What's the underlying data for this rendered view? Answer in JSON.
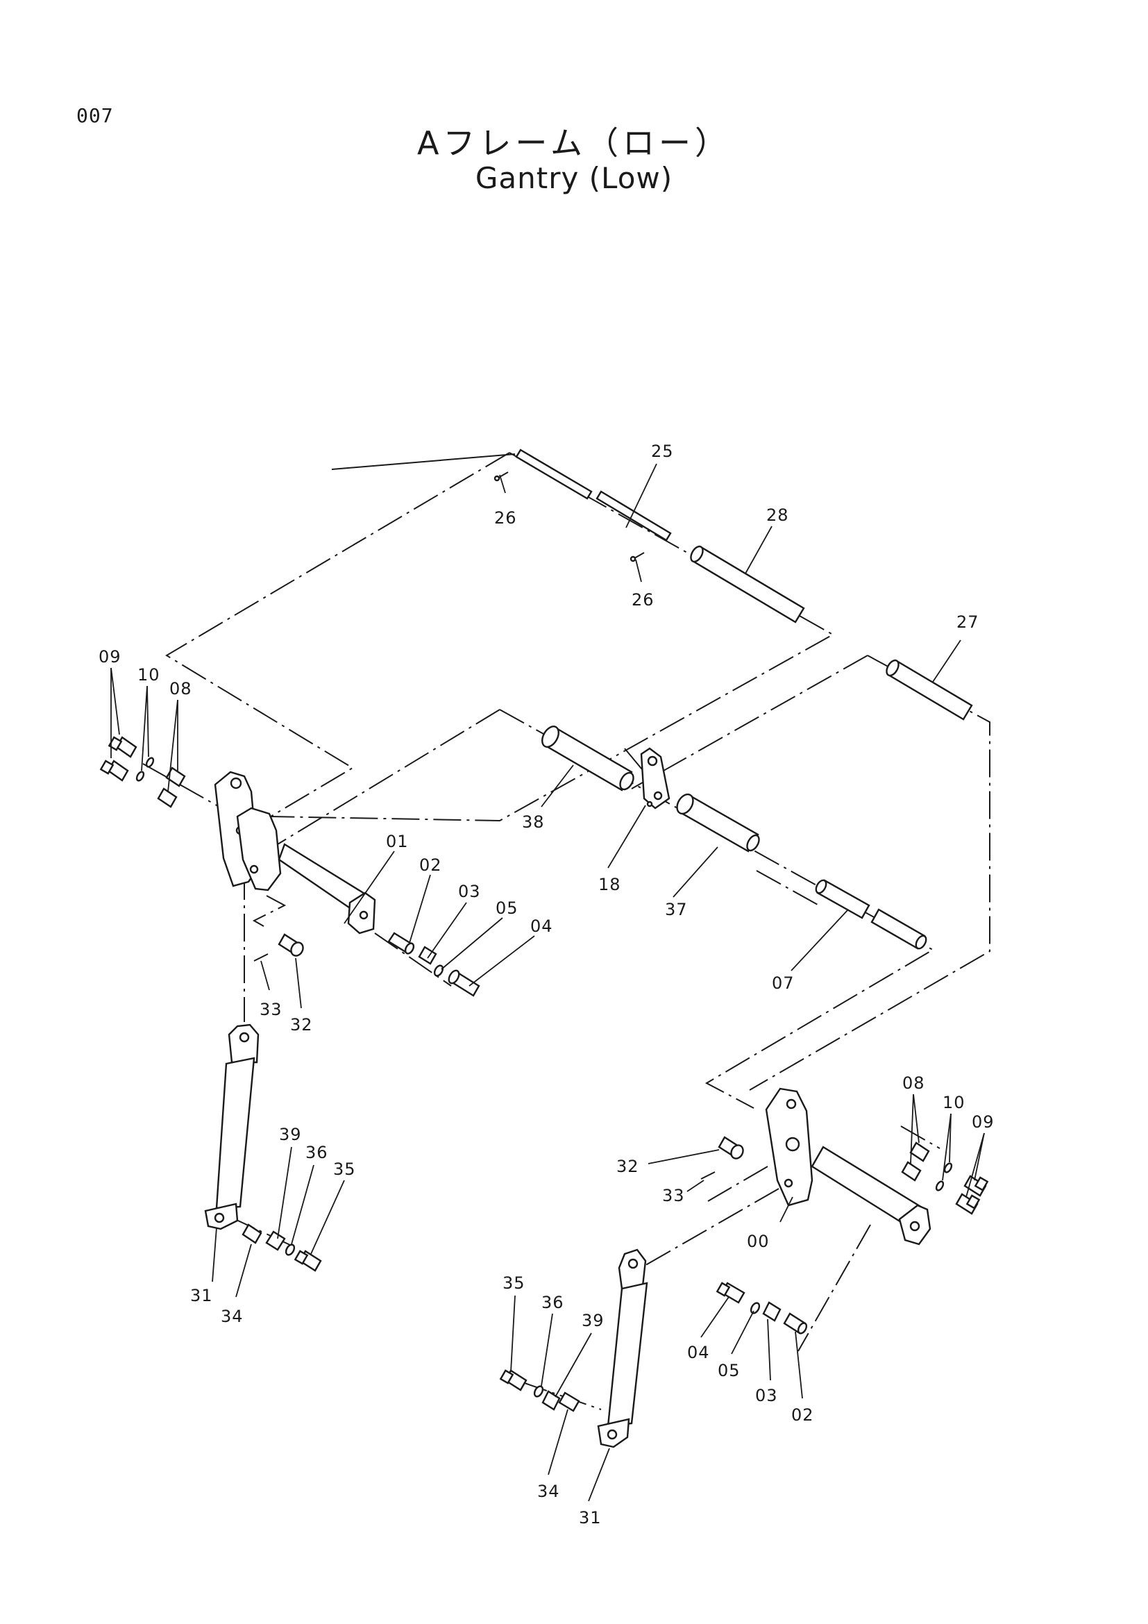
{
  "page_number": "007",
  "title_ja": "Aフレーム（ロー）",
  "title_en": "Gantry (Low)",
  "callouts": {
    "c25": "25",
    "c26a": "26",
    "c26b": "26",
    "c28": "28",
    "c27": "27",
    "c09L": "09",
    "c10L": "10",
    "c08L": "08",
    "c38": "38",
    "c18": "18",
    "c37": "37",
    "c01": "01",
    "c02L": "02",
    "c03L": "03",
    "c05L": "05",
    "c04L": "04",
    "c07": "07",
    "c33L": "33",
    "c32L": "32",
    "c39L": "39",
    "c36L": "36",
    "c35L": "35",
    "c31L": "31",
    "c34L": "34",
    "c08R": "08",
    "c10R": "10",
    "c09R": "09",
    "c32R": "32",
    "c33R": "33",
    "c00": "00",
    "c35R": "35",
    "c36R": "36",
    "c39R": "39",
    "c04R": "04",
    "c05R": "05",
    "c03R": "03",
    "c02R": "02",
    "c34R": "34",
    "c31R": "31"
  }
}
